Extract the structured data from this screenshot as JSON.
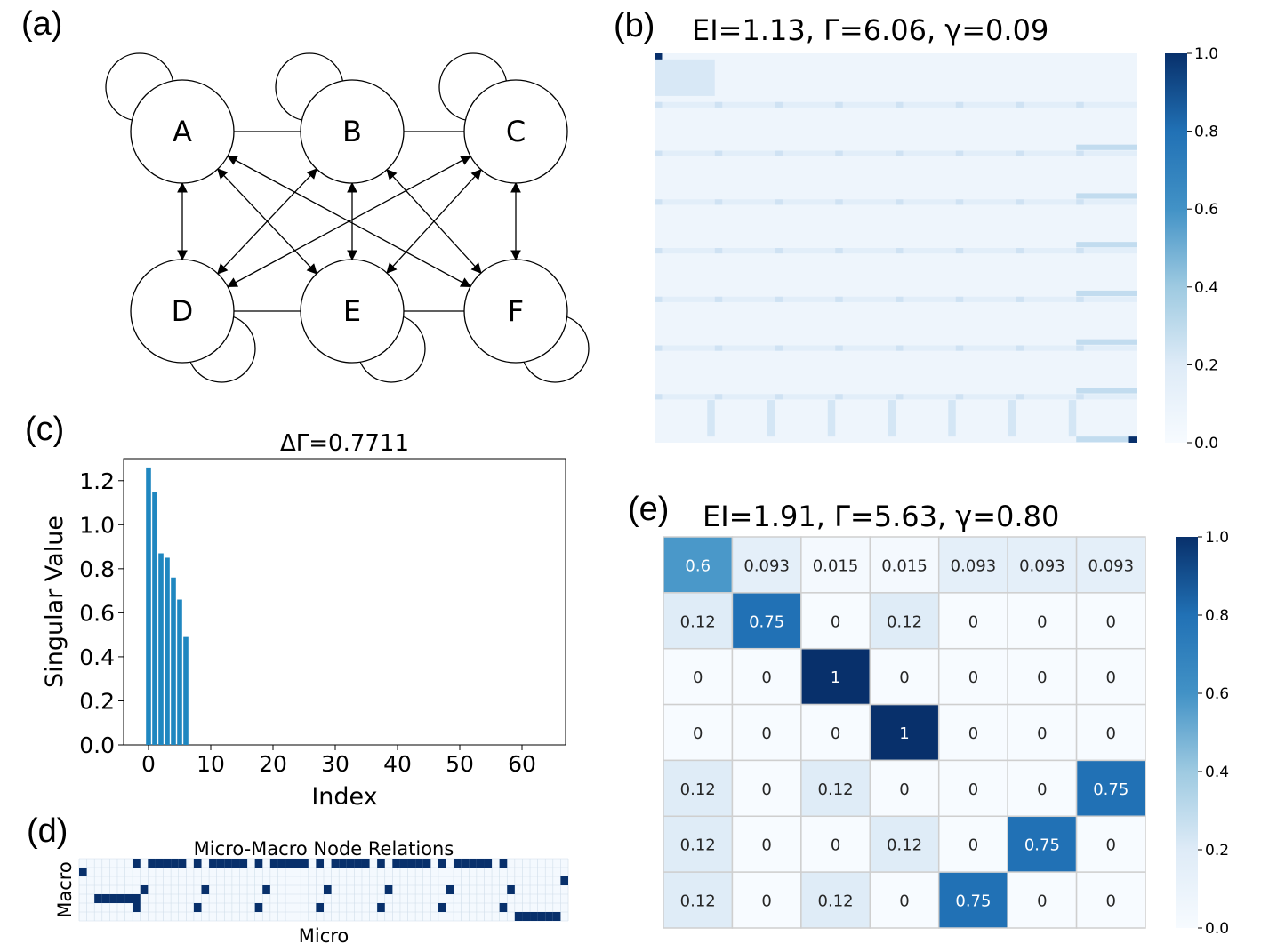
{
  "panels": {
    "a": "(a)",
    "b": "(b)",
    "c": "(c)",
    "d": "(d)",
    "e": "(e)"
  },
  "graph": {
    "nodes": [
      {
        "id": "A",
        "label": "A"
      },
      {
        "id": "B",
        "label": "B"
      },
      {
        "id": "C",
        "label": "C"
      },
      {
        "id": "D",
        "label": "D"
      },
      {
        "id": "E",
        "label": "E"
      },
      {
        "id": "F",
        "label": "F"
      }
    ],
    "undirected_edges": [
      [
        "A",
        "B"
      ],
      [
        "B",
        "C"
      ],
      [
        "D",
        "E"
      ],
      [
        "E",
        "F"
      ]
    ],
    "bidirectional_edges": [
      [
        "A",
        "D"
      ],
      [
        "B",
        "E"
      ],
      [
        "C",
        "F"
      ],
      [
        "A",
        "E"
      ],
      [
        "A",
        "F"
      ],
      [
        "B",
        "D"
      ],
      [
        "B",
        "F"
      ],
      [
        "C",
        "D"
      ],
      [
        "C",
        "E"
      ]
    ],
    "self_loops_top": [
      "A",
      "B",
      "C"
    ],
    "self_loops_bottom": [
      "D",
      "E",
      "F"
    ]
  },
  "heatmap_b": {
    "title": "EI=1.13, Γ=6.06, γ=0.09",
    "colorbar_ticks": [
      "1.0",
      "0.8",
      "0.6",
      "0.4",
      "0.2",
      "0.0"
    ]
  },
  "chart_data": [
    {
      "type": "bar",
      "title": "ΔΓ=0.7711",
      "xlabel": "Index",
      "ylabel": "Singular Value",
      "xlim": [
        -4,
        67
      ],
      "ylim": [
        0,
        1.3
      ],
      "xticks": [
        0,
        10,
        20,
        30,
        40,
        50,
        60
      ],
      "yticks": [
        0.0,
        0.2,
        0.4,
        0.6,
        0.8,
        1.0,
        1.2
      ],
      "x": [
        0,
        1,
        2,
        3,
        4,
        5,
        6
      ],
      "values": [
        1.26,
        1.15,
        0.87,
        0.85,
        0.76,
        0.66,
        0.49
      ],
      "color": "#1f87c0"
    },
    {
      "type": "heatmap",
      "title": "EI=1.91, Γ=5.63, γ=0.80",
      "colorbar_ticks": [
        "1.0",
        "0.8",
        "0.6",
        "0.4",
        "0.2",
        "0.0"
      ],
      "matrix": [
        [
          "0.6",
          "0.093",
          "0.015",
          "0.015",
          "0.093",
          "0.093",
          "0.093"
        ],
        [
          "0.12",
          "0.75",
          "0",
          "0.12",
          "0",
          "0",
          "0"
        ],
        [
          "0",
          "0",
          "1",
          "0",
          "0",
          "0",
          "0"
        ],
        [
          "0",
          "0",
          "0",
          "1",
          "0",
          "0",
          "0"
        ],
        [
          "0.12",
          "0",
          "0.12",
          "0",
          "0",
          "0",
          "0.75"
        ],
        [
          "0.12",
          "0",
          "0",
          "0.12",
          "0",
          "0.75",
          "0"
        ],
        [
          "0.12",
          "0",
          "0.12",
          "0",
          "0.75",
          "0",
          "0"
        ]
      ]
    }
  ],
  "relations_d": {
    "title": "Micro-Macro Node Relations",
    "xlabel": "Micro",
    "ylabel": "Macro",
    "rows": 7,
    "cols": 64
  },
  "colors": {
    "dark_blue": "#08306b",
    "bar_blue": "#1f87c0",
    "light_bg": "#f4f9fe",
    "grid_line": "#d0deea"
  }
}
